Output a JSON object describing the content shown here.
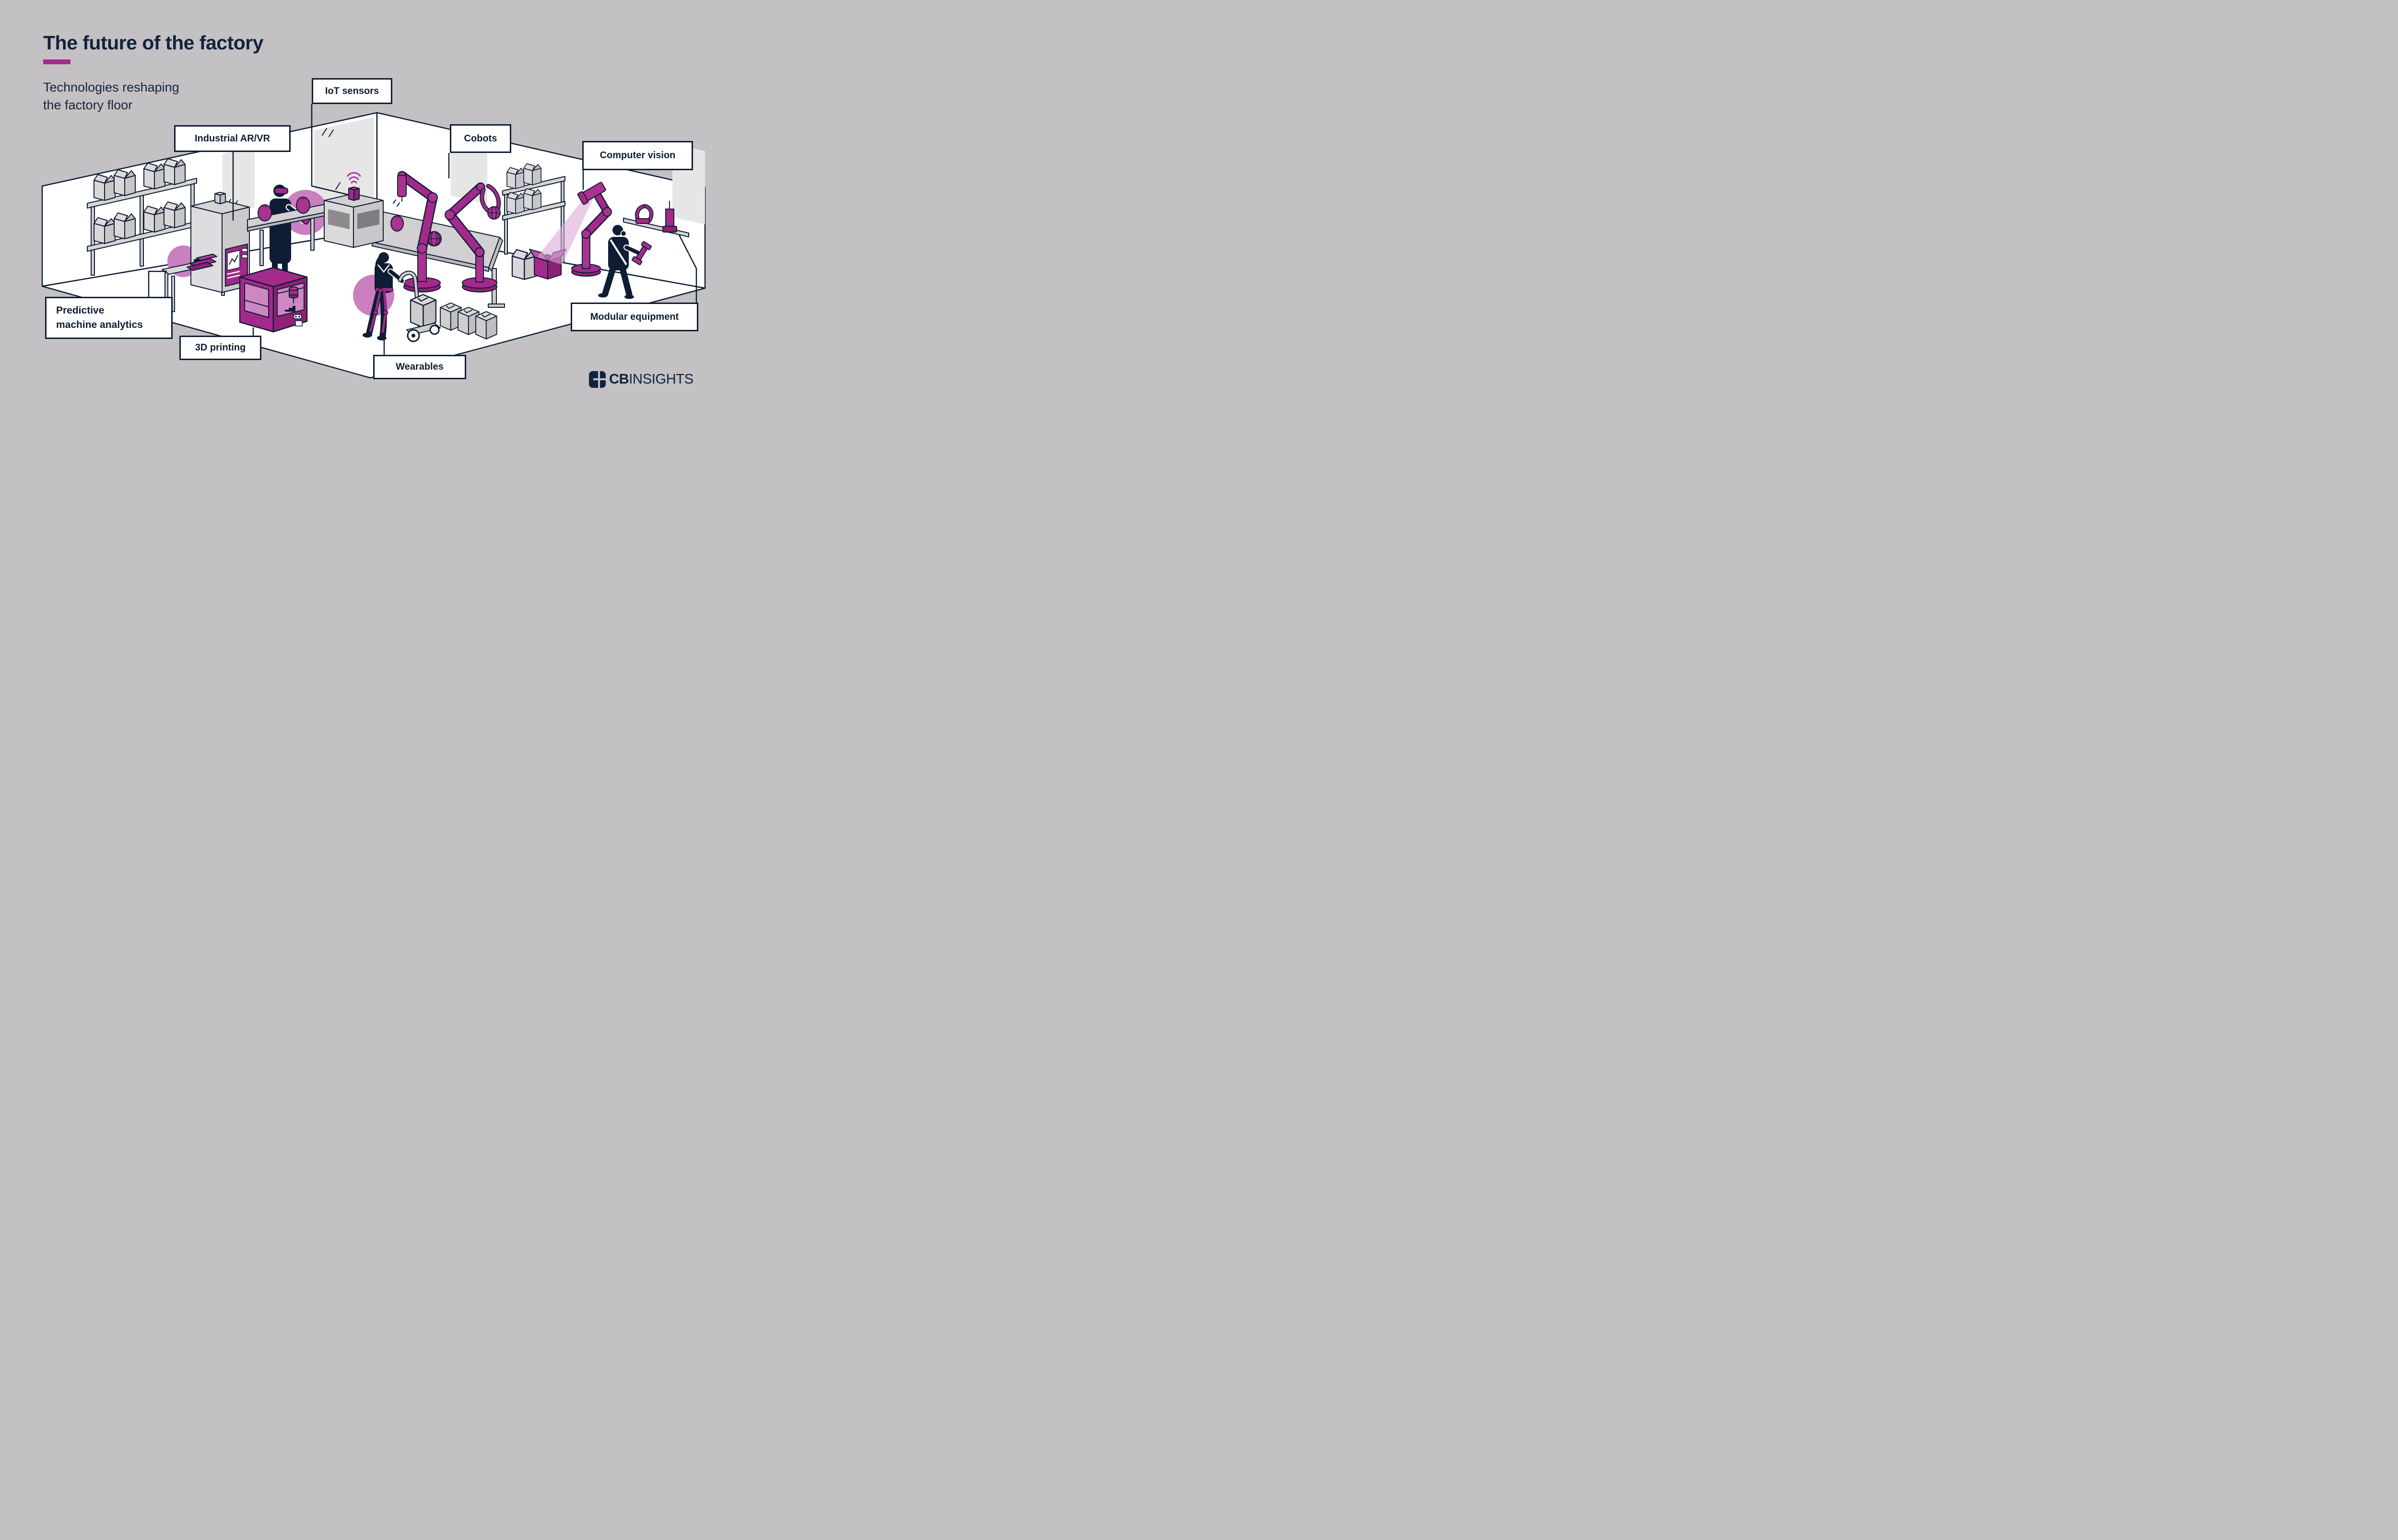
{
  "header": {
    "title": "The future of the factory",
    "subtitle": "Technologies reshaping\nthe factory floor"
  },
  "callouts": {
    "iot": {
      "label": "IoT sensors"
    },
    "arvr": {
      "label": "Industrial AR/VR"
    },
    "cobots": {
      "label": "Cobots"
    },
    "computer_vision": {
      "label": "Computer vision"
    },
    "predictive": {
      "label": "Predictive\nmachine analytics"
    },
    "printing_3d": {
      "label": "3D printing"
    },
    "wearables": {
      "label": "Wearables"
    },
    "modular": {
      "label": "Modular equipment"
    }
  },
  "branding": {
    "logo_bold": "CB",
    "logo_regular": "INSIGHTS"
  },
  "colors": {
    "background": "#c3c1c3",
    "ink": "#0e1d33",
    "magenta": "#a3298c",
    "magenta_dark": "#8a2174",
    "magenta_light": "#c97fc0",
    "room_white": "#ffffff",
    "equipment_gray": "#d3d1d3"
  },
  "illustration": [
    "factory-room",
    "storage-shelves",
    "cardboard-boxes",
    "predictive-analytics-machine",
    "analytics-report-sheets",
    "worktable",
    "arvr-worker",
    "vr-headset",
    "smartphone",
    "conveyor-belts",
    "iot-sensor-cube",
    "wifi-signal",
    "cobot-arms",
    "workpieces",
    "computer-vision-arm",
    "vision-beam",
    "inspection-boxes",
    "modular-parts-shelf",
    "modular-worker",
    "wearables-worker",
    "exoskeleton",
    "hand-truck",
    "storage-bins",
    "3d-printer"
  ]
}
